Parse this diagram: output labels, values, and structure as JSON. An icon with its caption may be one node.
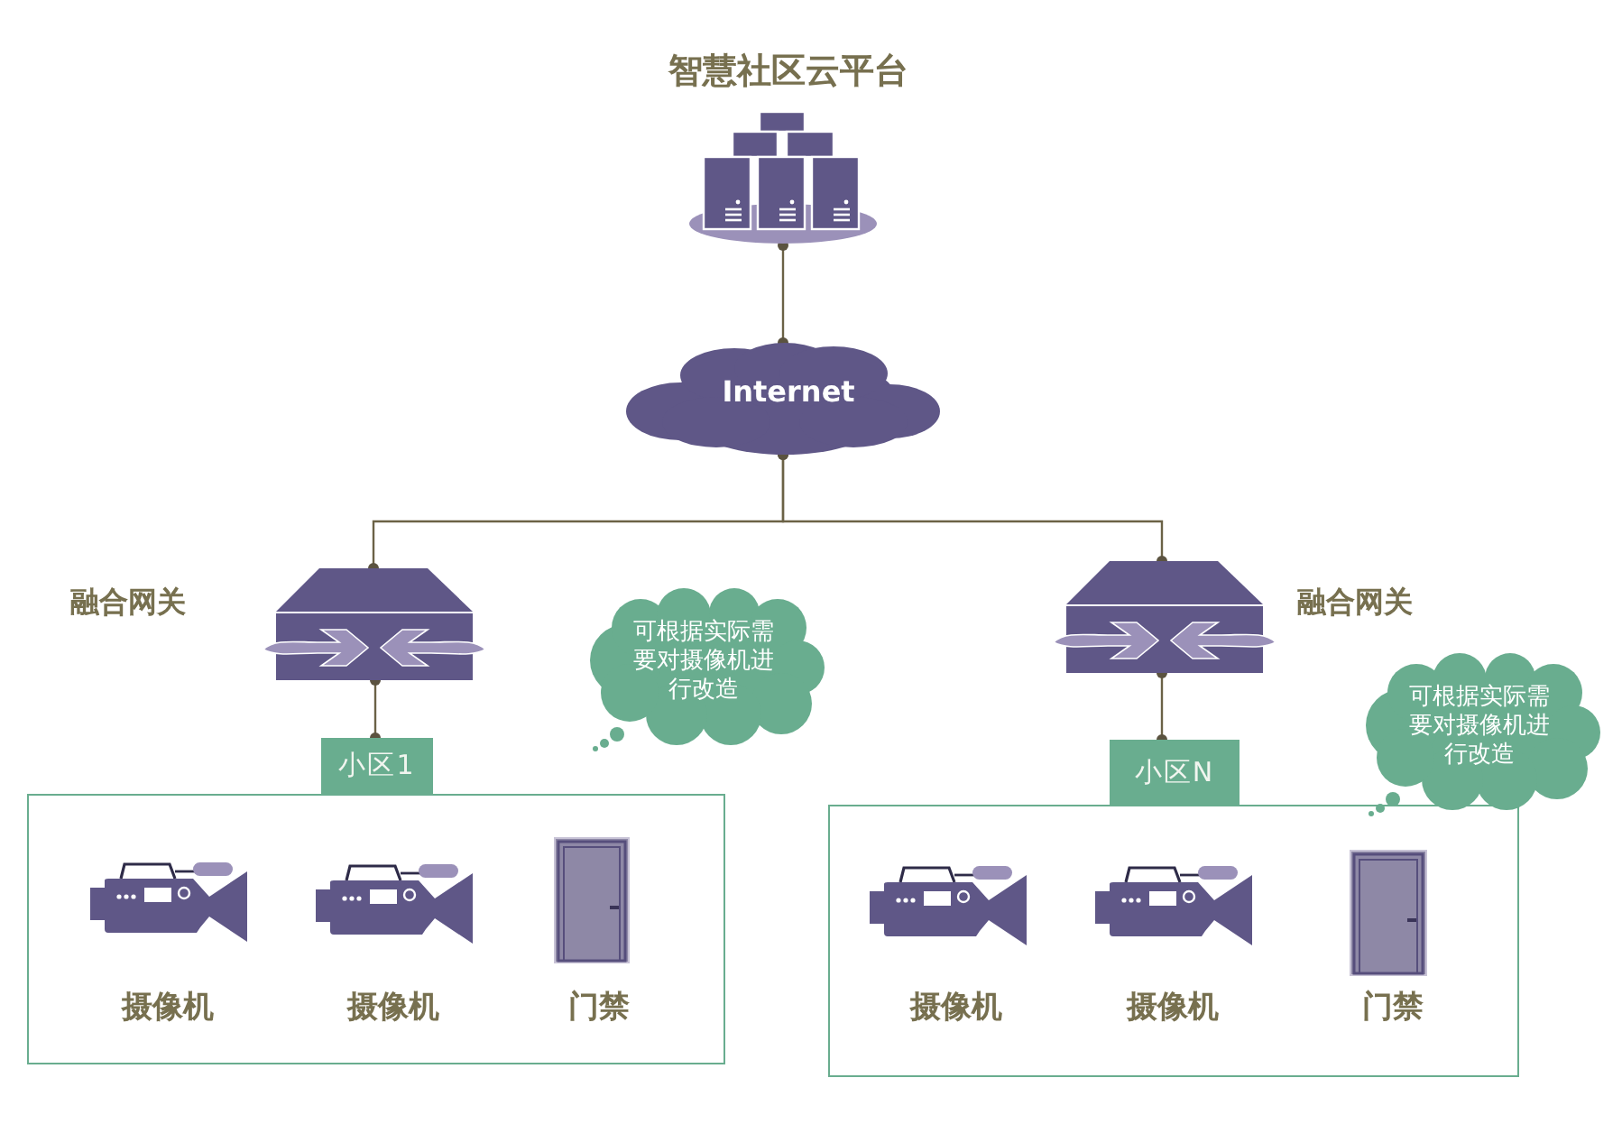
{
  "diagram": {
    "nodes": [
      {
        "text": [],
        "shape": "picture",
        "beside": [
          "智慧社区云平台"
        ]
      },
      {
        "text": [
          "Internet"
        ]
      },
      {
        "text": [],
        "shape": "picture",
        "beside": [
          "融合网关"
        ]
      },
      {
        "text": [],
        "shape": "picture",
        "beside": [
          "融合网关"
        ]
      },
      {
        "text": [
          "可根据实际需要对摄像机进行改造"
        ]
      },
      {
        "text": [
          "可根据实际需要对摄像机进行改造"
        ]
      },
      {
        "text": [
          "小区1"
        ]
      },
      {
        "text": [
          "小区N"
        ]
      },
      {
        "text": [],
        "shape": "box"
      },
      {
        "text": [],
        "shape": "picture",
        "beside": [
          "摄像机"
        ],
        "in": 8
      },
      {
        "text": [],
        "shape": "picture",
        "beside": [
          "摄像机"
        ],
        "in": 8
      },
      {
        "text": [],
        "shape": "picture",
        "beside": [
          "门禁"
        ],
        "in": 8
      },
      {
        "text": [],
        "shape": "box"
      },
      {
        "text": [],
        "shape": "picture",
        "beside": [
          "摄像机"
        ],
        "in": 12
      },
      {
        "text": [],
        "shape": "picture",
        "beside": [
          "摄像机"
        ],
        "in": 12
      },
      {
        "text": [],
        "shape": "picture",
        "beside": [
          "门禁"
        ],
        "in": 12
      }
    ],
    "edges": [
      {
        "from": 0,
        "to": 1,
        "arrow": "other"
      },
      {
        "from": 1,
        "to": 2,
        "arrow": "other"
      },
      {
        "from": 1,
        "to": 3,
        "arrow": "other"
      },
      {
        "from": 2,
        "to": 6,
        "arrow": "other"
      },
      {
        "from": 3,
        "to": 7,
        "arrow": "other"
      }
    ]
  }
}
